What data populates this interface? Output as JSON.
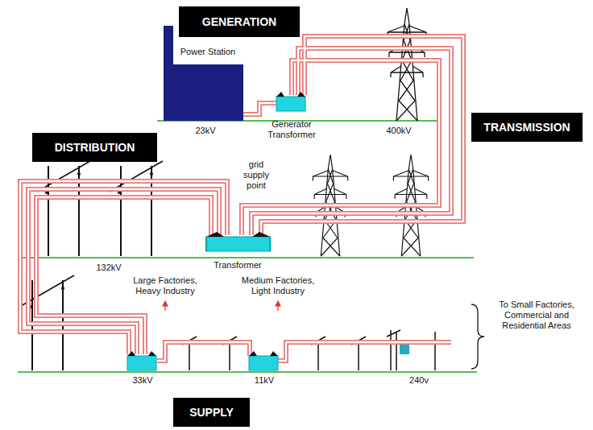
{
  "diagram": {
    "nodes": [
      {
        "text": [
          "GENERATION"
        ]
      },
      {
        "text": [
          "TRANSMISSION"
        ]
      },
      {
        "text": [
          "DISTRIBUTION"
        ]
      },
      {
        "text": [
          "SUPPLY"
        ]
      }
    ],
    "labels": [
      "Power Station",
      "23kV",
      "Generator Transformer",
      "400kV",
      "grid supply point",
      "Transformer",
      "132kV",
      "Large Factories, Heavy Industry",
      "Medium Factories, Light Industry",
      "33kV",
      "11kV",
      "240v",
      "To Small Factories, Commercial and Residential Areas"
    ]
  }
}
